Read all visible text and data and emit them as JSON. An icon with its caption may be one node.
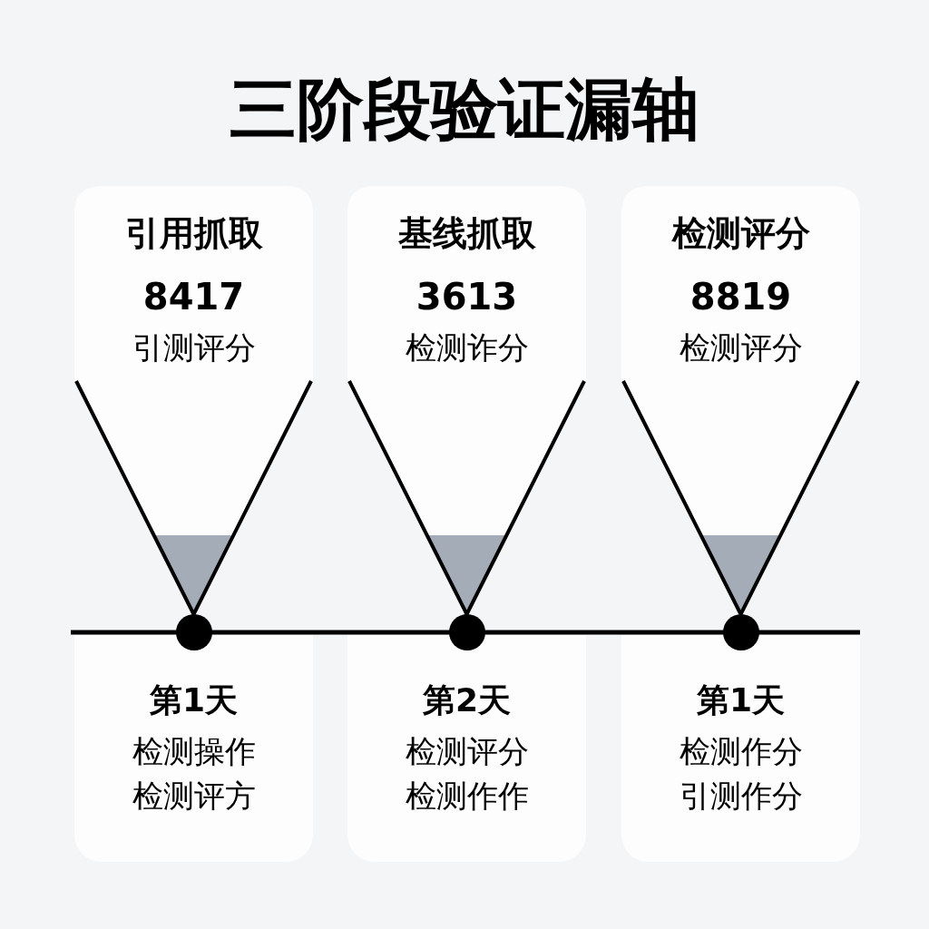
{
  "diagram": {
    "title": "三阶段验证漏轴",
    "nodes": [
      {
        "text": [
          "引用抓取",
          "8417",
          "引测评分"
        ]
      },
      {
        "text": [
          "基线抓取",
          "3613",
          "检测诈分"
        ]
      },
      {
        "text": [
          "检测评分",
          "8819",
          "检测评分"
        ]
      },
      {
        "text": [
          "第1天",
          "检测操作",
          "检测评方"
        ]
      },
      {
        "text": [
          "第2天",
          "检测评分",
          "检测作作"
        ]
      },
      {
        "text": [
          "第1天",
          "检测作分",
          "引测作分"
        ]
      }
    ]
  }
}
